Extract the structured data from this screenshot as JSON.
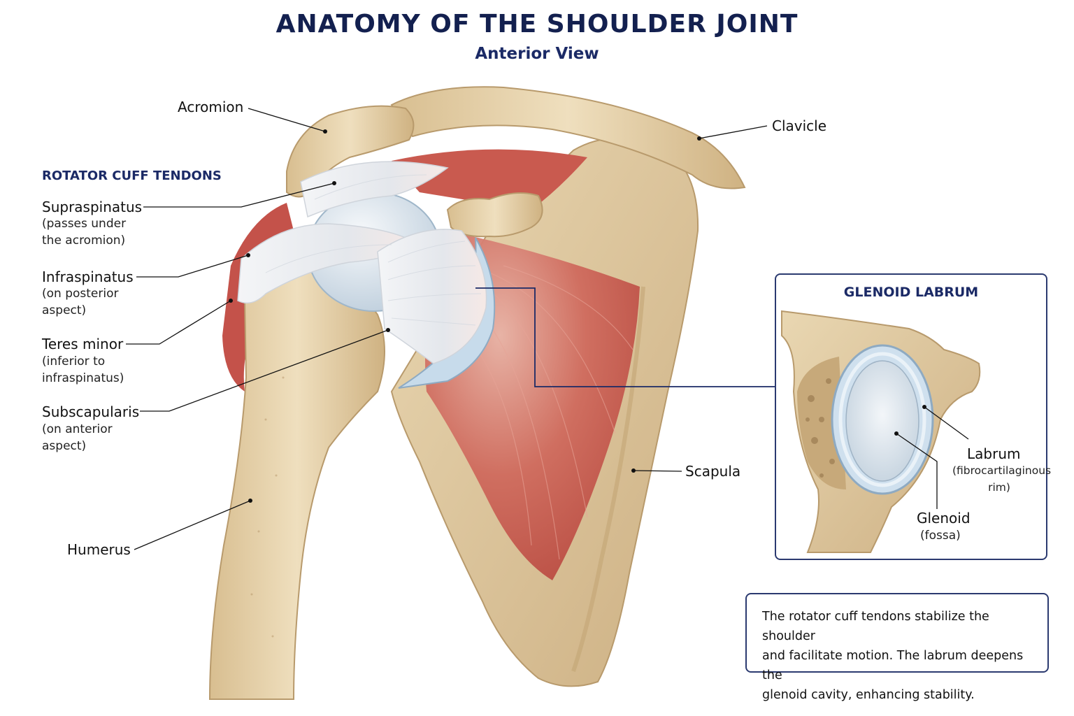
{
  "title": "ANATOMY OF THE SHOULDER JOINT",
  "subtitle": "Anterior View",
  "labels": {
    "acromion": "Acromion",
    "clavicle": "Clavicle",
    "scapula": "Scapula",
    "humerus": "Humerus"
  },
  "rotator_cuff": {
    "heading": "ROTATOR CUFF TENDONS",
    "items": [
      {
        "name": "Supraspinatus",
        "line1": "(passes under",
        "line2": "the acromion)"
      },
      {
        "name": "Infraspinatus",
        "line1": "(on posterior",
        "line2": "aspect)"
      },
      {
        "name": "Teres minor",
        "line1": "(inferior to",
        "line2": "infraspinatus)"
      },
      {
        "name": "Subscapularis",
        "line1": "(on anterior",
        "line2": "aspect)"
      }
    ]
  },
  "inset": {
    "title": "GLENOID LABRUM",
    "labrum": "Labrum",
    "labrum_line1": "(fibrocartilaginous",
    "labrum_line2": "rim)",
    "glenoid": "Glenoid",
    "glenoid_line1": "(fossa)"
  },
  "note": {
    "line1": "The rotator cuff tendons stabilize the shoulder",
    "line2": "and facilitate motion. The labrum deepens the",
    "line3": "glenoid cavity, enhancing stability."
  },
  "colors": {
    "bone": "#e3cfa6",
    "bone_shadow": "#c9ad7c",
    "muscle": "#c9574c",
    "tendon": "#eef0f3",
    "cartilage": "#b9d2e6",
    "navy": "#1b2a66"
  }
}
